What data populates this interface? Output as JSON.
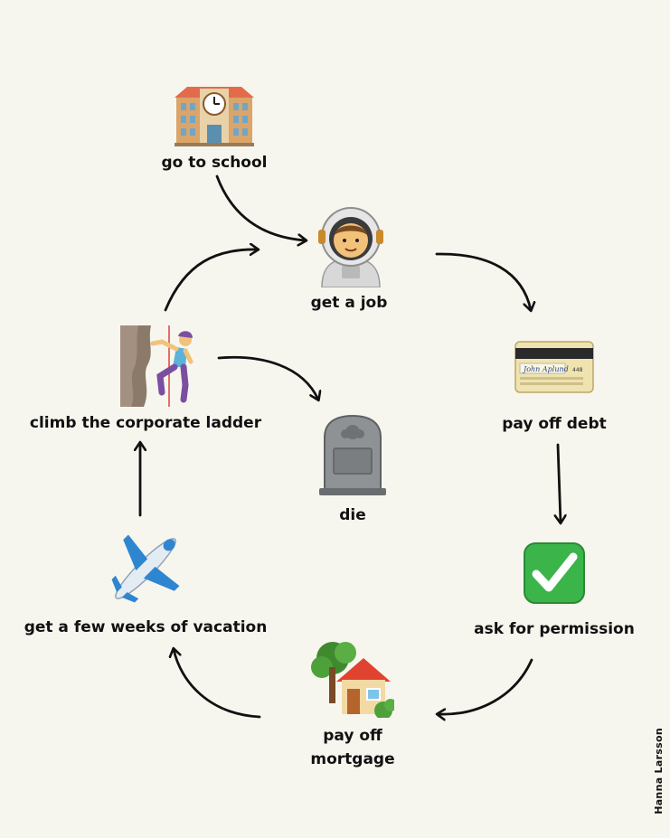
{
  "steps": {
    "school": {
      "label": "go to school",
      "icon": "school-building-icon"
    },
    "job": {
      "label": "get a job",
      "icon": "astronaut-icon"
    },
    "debt": {
      "label": "pay off debt",
      "icon": "credit-card-icon"
    },
    "permission": {
      "label": "ask for permission",
      "icon": "check-mark-button-icon"
    },
    "mortgage": {
      "label_line1": "pay off",
      "label_line2": "mortgage",
      "icon": "house-with-garden-icon"
    },
    "vacation": {
      "label": "get a few weeks of vacation",
      "icon": "airplane-icon"
    },
    "ladder": {
      "label": "climb the corporate ladder",
      "icon": "climber-icon"
    },
    "die": {
      "label": "die",
      "icon": "headstone-icon"
    }
  },
  "credit": "Hanna Larsson",
  "colors": {
    "background": "#f7f6ee",
    "arrow": "#111111",
    "check_green": "#3bb54a"
  }
}
